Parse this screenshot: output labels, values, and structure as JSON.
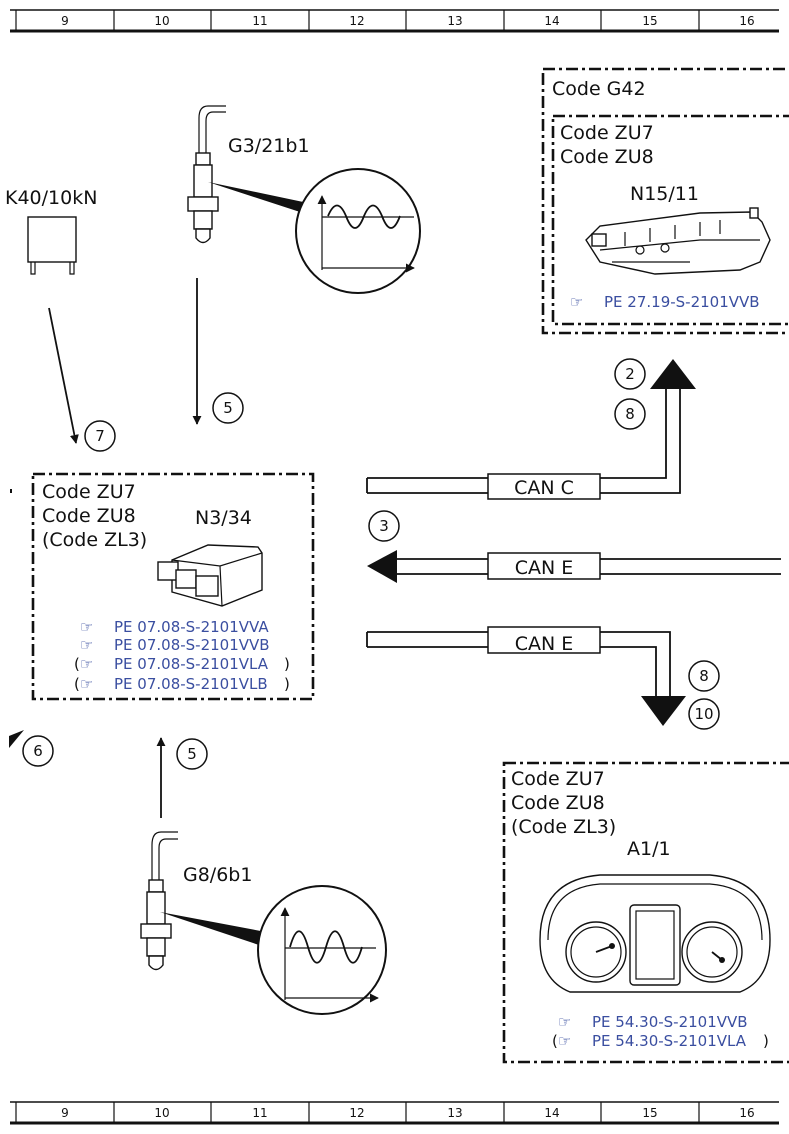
{
  "ruler": {
    "columns": [
      "9",
      "10",
      "11",
      "12",
      "13",
      "14",
      "15",
      "16"
    ]
  },
  "components": {
    "k40": {
      "label": "K40/10kN"
    },
    "g3": {
      "label": "G3/21b1"
    },
    "g8": {
      "label": "G8/6b1"
    },
    "n15": {
      "outer_code": "Code G42",
      "codes": [
        "Code ZU7",
        "Code ZU8"
      ],
      "label": "N15/11",
      "refs": [
        "PE 27.19-S-2101VVB"
      ]
    },
    "n3": {
      "codes": [
        "Code ZU7",
        "Code ZU8",
        "(Code ZL3)"
      ],
      "label": "N3/34",
      "refs": [
        "PE 07.08-S-2101VVA",
        "PE 07.08-S-2101VVB",
        "PE 07.08-S-2101VLA",
        "PE 07.08-S-2101VLB"
      ]
    },
    "a1": {
      "codes": [
        "Code ZU7",
        "Code ZU8",
        "(Code ZL3)"
      ],
      "label": "A1/1",
      "refs": [
        "PE 54.30-S-2101VVB",
        "PE 54.30-S-2101VLA"
      ]
    }
  },
  "buses": {
    "can_c": "CAN C",
    "can_e_in": "CAN E",
    "can_e_out": "CAN E"
  },
  "steps": {
    "s7": "7",
    "s5a": "5",
    "s2": "2",
    "s8a": "8",
    "s3": "3",
    "s8b": "8",
    "s10": "10",
    "s6": "6",
    "s5b": "5"
  }
}
